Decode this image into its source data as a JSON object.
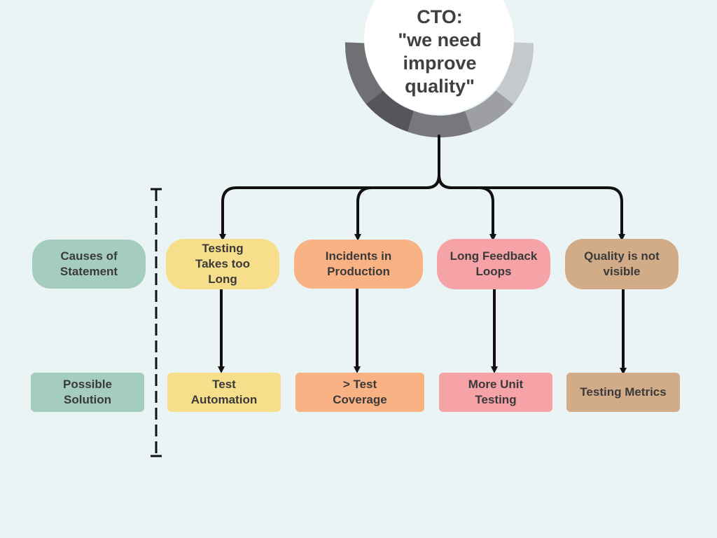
{
  "statement": {
    "text": "CTO:\n\"we need\nimprove\nquality\"",
    "ring_colors": [
      "#707074",
      "#55555a",
      "#78787c",
      "#9d9fa2",
      "#c5c9cc"
    ]
  },
  "row_labels": {
    "causes": "Causes of\nStatement",
    "solution": "Possible\nSolution"
  },
  "columns": [
    {
      "cause": "Testing\nTakes too\nLong",
      "solution": "Test\nAutomation",
      "color": "#f6de8b"
    },
    {
      "cause": "Incidents in\nProduction",
      "solution": "> Test\nCoverage",
      "color": "#f9b283"
    },
    {
      "cause": "Long Feedback\nLoops",
      "solution": "More Unit\nTesting",
      "color": "#f5a3a6"
    },
    {
      "cause": "Quality is not\nvisible",
      "solution": "Testing Metrics",
      "color": "#d2ac88"
    }
  ],
  "colors": {
    "background": "#eaf4f5",
    "row_label": "#a5cdbd",
    "connector": "#111111",
    "circle": "#ffffff"
  }
}
